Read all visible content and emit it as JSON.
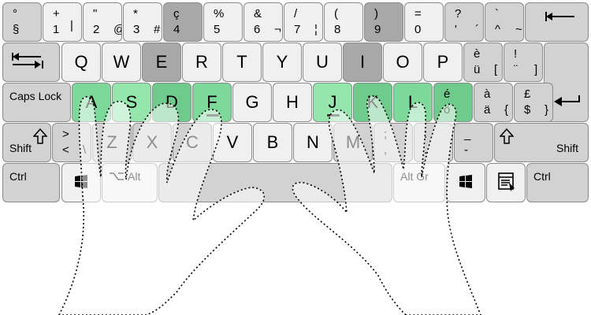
{
  "number_row": [
    {
      "id": "key-degree",
      "top": "°",
      "bottom": "§"
    },
    {
      "id": "key-1",
      "top": "+",
      "bottom": "1",
      "extra": "|"
    },
    {
      "id": "key-2",
      "top": "\"",
      "bottom": "2",
      "alt": "@"
    },
    {
      "id": "key-3",
      "top": "*",
      "bottom": "3",
      "alt": "#"
    },
    {
      "id": "key-4",
      "top": "ç",
      "bottom": "4"
    },
    {
      "id": "key-5",
      "top": "%",
      "bottom": "5"
    },
    {
      "id": "key-6",
      "top": "&",
      "bottom": "6",
      "alt": "¬"
    },
    {
      "id": "key-7",
      "top": "/",
      "bottom": "7",
      "alt": "¦"
    },
    {
      "id": "key-8",
      "top": "(",
      "bottom": "8"
    },
    {
      "id": "key-9",
      "top": ")",
      "bottom": "9"
    },
    {
      "id": "key-0",
      "top": "=",
      "bottom": "0"
    },
    {
      "id": "key-apostrophe",
      "top": "?",
      "bottom": "'",
      "alt": "´"
    },
    {
      "id": "key-caret",
      "top": "`",
      "bottom": "^",
      "alt": "~"
    }
  ],
  "qwerty": [
    "Q",
    "W",
    "E",
    "R",
    "T",
    "Y",
    "U",
    "I",
    "O",
    "P"
  ],
  "qwerty_extra": [
    {
      "id": "key-e-grave",
      "top": "è",
      "bottom": "ü",
      "alt": "["
    },
    {
      "id": "key-exclaim",
      "top": "!",
      "bottom": "¨",
      "alt": "]"
    }
  ],
  "home": [
    "A",
    "S",
    "D",
    "F",
    "G",
    "H",
    "J",
    "K",
    "L"
  ],
  "home_extra": [
    {
      "id": "key-e-acute",
      "top": "é",
      "bottom": "ö"
    },
    {
      "id": "key-a-grave",
      "top": "à",
      "bottom": "ä",
      "alt": "{"
    },
    {
      "id": "key-pound",
      "top": "£",
      "bottom": "$",
      "alt": "}"
    }
  ],
  "bottom_row_letters": [
    "Z",
    "X",
    "C",
    "V",
    "B",
    "N",
    "M"
  ],
  "angle": {
    "top": ">",
    "bottom": "<",
    "alt": "\\"
  },
  "punct": [
    {
      "id": "key-comma",
      "top": ";",
      "bottom": ","
    },
    {
      "id": "key-period",
      "top": ":",
      "bottom": "."
    },
    {
      "id": "key-minus",
      "top": "_",
      "bottom": "-"
    }
  ],
  "labels": {
    "caps": "Caps Lock",
    "shift": "Shift",
    "ctrl": "Ctrl",
    "alt": "Alt",
    "altgr": "Alt Gr"
  },
  "colors": {
    "key_default": "#d2d2d2",
    "key_light": "#f0f0f0",
    "key_dark": "#a8a8a8",
    "finger_green": "#7dd99a",
    "hand_outline": "#000000"
  },
  "icons": {
    "backspace": "backspace-arrow-icon",
    "tab": "tab-arrows-icon",
    "enter": "enter-arrow-icon",
    "shift": "shift-arrow-icon",
    "windows": "windows-logo-icon",
    "menu": "context-menu-icon",
    "alt_symbol": "option-symbol-icon"
  }
}
